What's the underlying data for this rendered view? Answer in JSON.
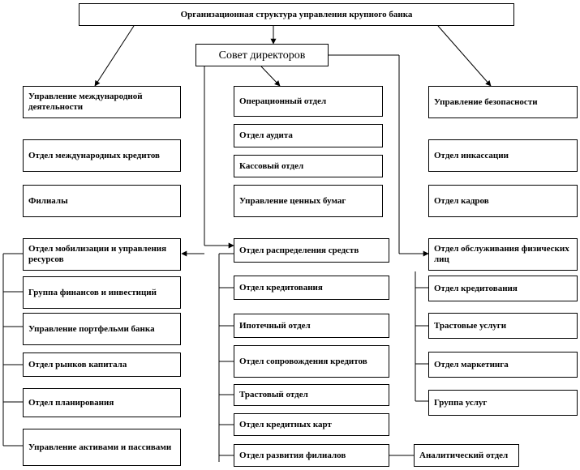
{
  "title": "Организационная структура управления крупного банка",
  "board": "Совет директоров",
  "left": {
    "upper": [
      "Управление международной деятельности",
      "Отдел международных кредитов",
      "Филиалы"
    ],
    "lower_head": "Отдел мобилизации и управления ресурсов",
    "lower": [
      "Группа финансов и инвестиций",
      "Управление портфельми банка",
      "Отдел рынков капитала",
      "Отдел планирования",
      "Управление активами и пассивами"
    ]
  },
  "center": {
    "upper": [
      "Операционный отдел",
      "Отдел аудита",
      "Кассовый отдел",
      "Управление ценных бумаг"
    ],
    "lower_head": "Отдел распределения средств",
    "lower": [
      "Отдел кредитования",
      "Ипотечный отдел",
      "Отдел сопровождения кредитов",
      "Трастовый отдел",
      "Отдел кредитных карт",
      "Отдел развития филиалов"
    ],
    "analytic": "Аналитический отдел"
  },
  "right": {
    "upper": [
      "Управление безопасности",
      "Отдел инкассации",
      "Отдел кадров"
    ],
    "lower_head": "Отдел обслуживания физических лиц",
    "lower": [
      "Отдел кредитования",
      "Трастовые услуги",
      "Отдел маркетинга",
      "Группа услуг"
    ]
  }
}
